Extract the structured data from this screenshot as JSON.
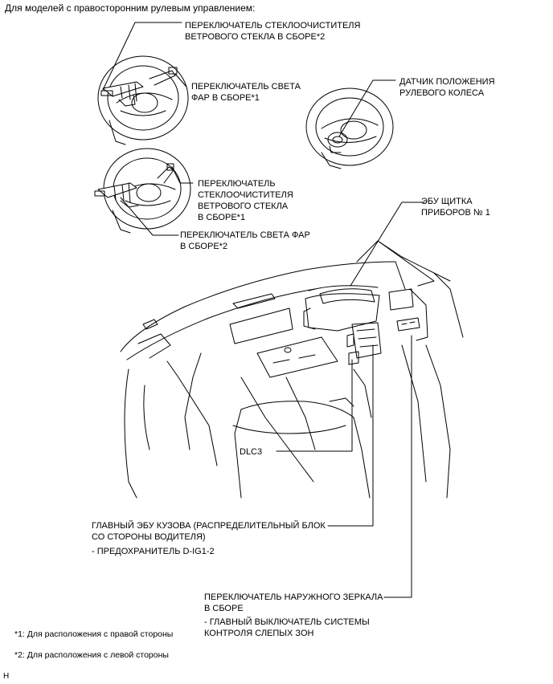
{
  "title": "Для моделей с правосторонним рулевым управлением:",
  "callouts": {
    "wiper_switch_2": [
      "ПЕРЕКЛЮЧАТЕЛЬ СТЕКЛООЧИСТИТЕЛЯ",
      "ВЕТРОВОГО СТЕКЛА В СБОРЕ*2"
    ],
    "headlight_switch_1": [
      "ПЕРЕКЛЮЧАТЕЛЬ СВЕТА",
      "ФАР В СБОРЕ*1"
    ],
    "steering_sensor": [
      "ДАТЧИК ПОЛОЖЕНИЯ",
      "РУЛЕВОГО КОЛЕСА"
    ],
    "wiper_switch_1": [
      "ПЕРЕКЛЮЧАТЕЛЬ",
      "СТЕКЛООЧИСТИТЕЛЯ",
      "ВЕТРОВОГО СТЕКЛА",
      "В СБОРЕ*1"
    ],
    "headlight_switch_2": [
      "ПЕРЕКЛЮЧАТЕЛЬ СВЕТА ФАР",
      "В СБОРЕ*2"
    ],
    "meter_ecu": [
      "ЭБУ ЩИТКА",
      "ПРИБОРОВ № 1"
    ],
    "dlc3": "DLC3",
    "body_ecu": [
      "ГЛАВНЫЙ ЭБУ КУЗОВА (РАСПРЕДЕЛИТЕЛЬНЫЙ БЛОК",
      "СО СТОРОНЫ ВОДИТЕЛЯ)"
    ],
    "body_ecu_fuse": "- ПРЕДОХРАНИТЕЛЬ D-IG1-2",
    "mirror_switch": [
      "ПЕРЕКЛЮЧАТЕЛЬ НАРУЖНОГО ЗЕРКАЛА",
      "В СБОРЕ"
    ],
    "mirror_switch_sub": [
      "- ГЛАВНЫЙ ВЫКЛЮЧАТЕЛЬ СИСТЕМЫ",
      "КОНТРОЛЯ СЛЕПЫХ ЗОН"
    ]
  },
  "footnotes": [
    "*1: Для расположения с правой стороны",
    "*2: Для расположения с левой стороны"
  ],
  "corner_mark": "H"
}
